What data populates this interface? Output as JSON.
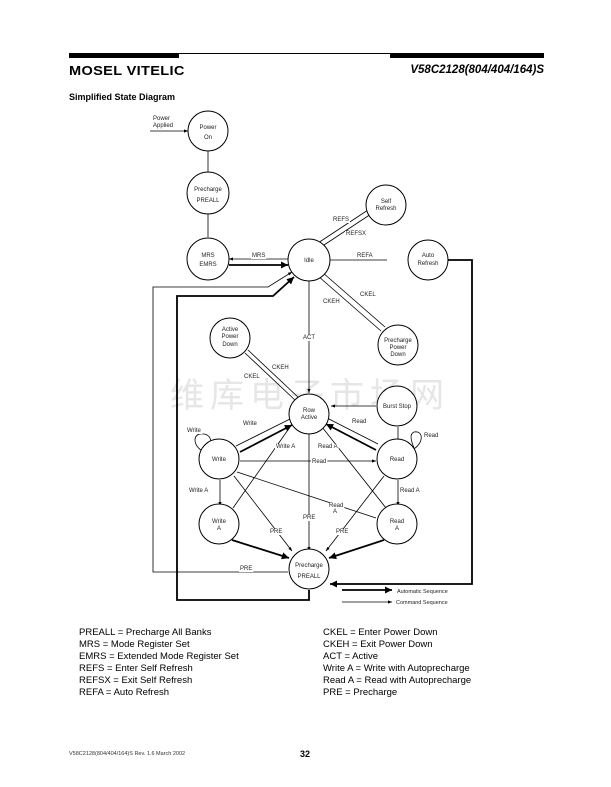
{
  "header": {
    "brand": "MOSEL VITELIC",
    "part_number": "V58C2128(804/404/164)S"
  },
  "section_title": "Simplified State Diagram",
  "watermark": "维库电子市场网",
  "diagram": {
    "states": {
      "power_on": [
        "Power",
        "On"
      ],
      "precharge_top": [
        "Precharge",
        "PREALL"
      ],
      "mrs": [
        "MRS",
        "EMRS"
      ],
      "idle": [
        "Idle"
      ],
      "self_refresh": [
        "Self",
        "Refresh"
      ],
      "auto_refresh": [
        "Auto",
        "Refresh"
      ],
      "active_power_down": [
        "Active",
        "Power",
        "Down"
      ],
      "precharge_power_down": [
        "Precharge",
        "Power",
        "Down"
      ],
      "row_active": [
        "Row",
        "Active"
      ],
      "burst_stop": [
        "Burst Stop"
      ],
      "write": [
        "Write"
      ],
      "read": [
        "Read"
      ],
      "write_a": [
        "Write",
        "A"
      ],
      "read_a": [
        "Read",
        "A"
      ],
      "precharge_bottom": [
        "Precharge",
        "PREALL"
      ]
    },
    "labels": {
      "power_applied": [
        "Power",
        "Applied"
      ],
      "mrs": "MRS",
      "refs": "REFS",
      "refsx": "REFSX",
      "refa": "REFA",
      "ckeh_top": "CKEH",
      "ckel_top": "CKEL",
      "act": "ACT",
      "ckeh_mid": "CKEH",
      "ckel_mid": "CKEL",
      "write_to_row": "Write",
      "read_to_row": "Read",
      "write_loop": "Write",
      "read_loop": "Read",
      "write_a_center": "Write A",
      "read_a_center": "Read A",
      "read_mid": "Read",
      "write_a_left": "Write A",
      "read_a_right": "Read A",
      "read_a_cross": [
        "Read",
        "A"
      ],
      "pre_center": "PRE",
      "pre_left": "PRE",
      "pre_right": "PRE",
      "pre_far_left": "PRE"
    },
    "legend": {
      "automatic": "Automatic Sequence",
      "command": "Command Sequence"
    }
  },
  "abbreviations": {
    "left": [
      "PREALL = Precharge All Banks",
      "MRS = Mode Register Set",
      "EMRS = Extended Mode Register Set",
      "REFS = Enter Self Refresh",
      "REFSX = Exit Self Refresh",
      "REFA = Auto Refresh"
    ],
    "right": [
      "CKEL = Enter Power Down",
      "CKEH = Exit Power Down",
      "ACT = Active",
      "Write A = Write with Autoprecharge",
      "Read A = Read with Autoprecharge",
      "PRE = Precharge"
    ]
  },
  "footer": {
    "doc_rev": "V58C2128(804/404/164)S  Rev. 1.6 March 2002",
    "page": "32"
  }
}
